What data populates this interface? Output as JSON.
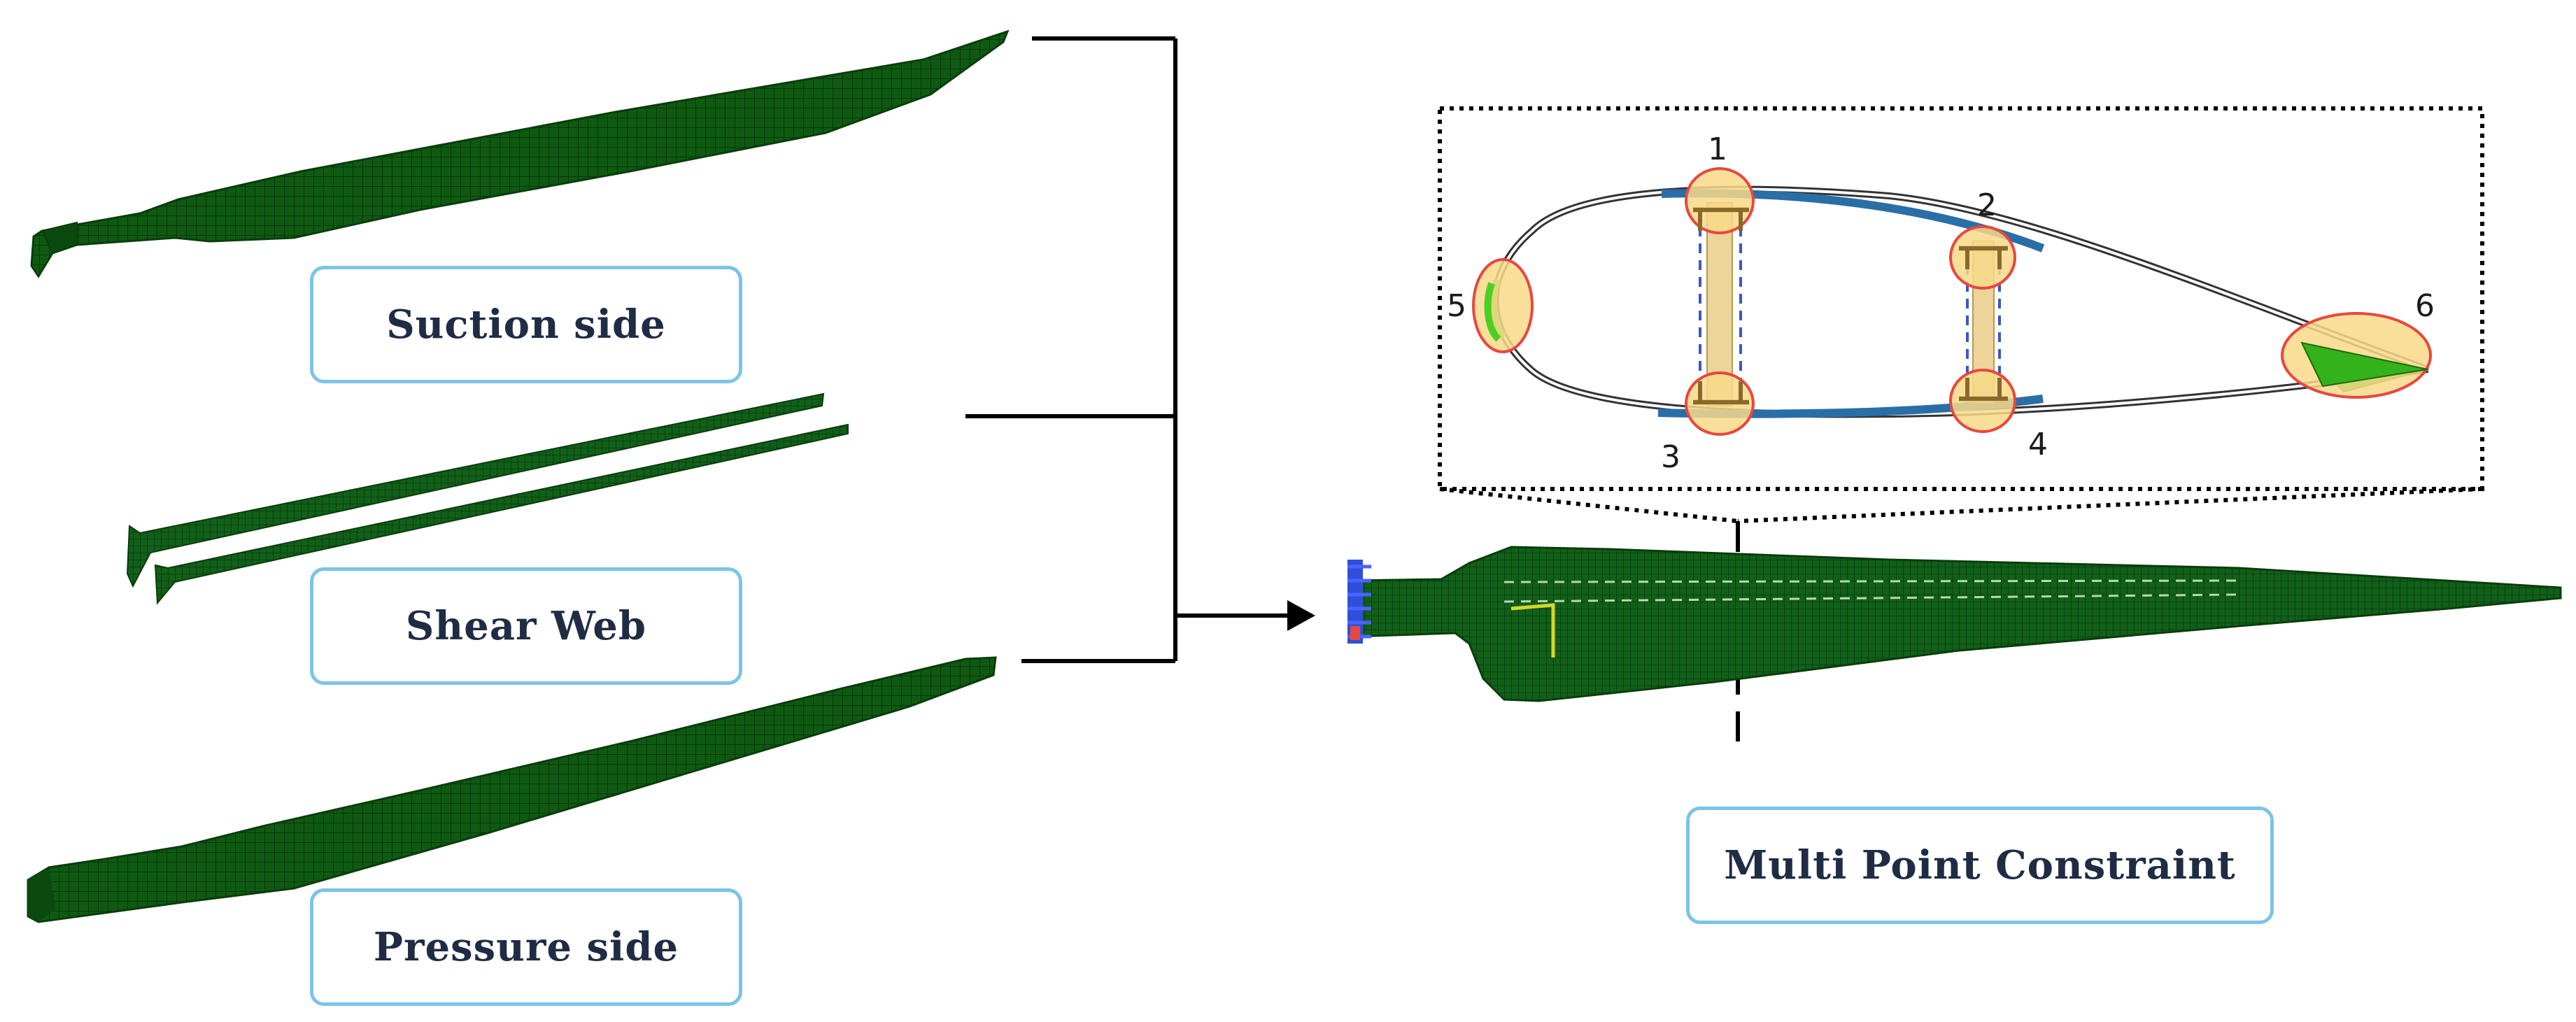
{
  "labels": {
    "suction_side": "Suction side",
    "shear_web": "Shear Web",
    "pressure_side": "Pressure side",
    "multi_point_constraint": "Multi Point Constraint"
  },
  "constraint_points": [
    "1",
    "2",
    "3",
    "4",
    "5",
    "6"
  ],
  "colors": {
    "mesh_green": "#0f5a12",
    "web_green": "#124d13",
    "highlight_fill": "#f9d98a",
    "highlight_stroke": "#e8473f",
    "spar_blue": "#2a6ea8",
    "web_tan": "#ecd49a",
    "label_border": "#7cc3e8",
    "label_text": "#1f2c44"
  }
}
